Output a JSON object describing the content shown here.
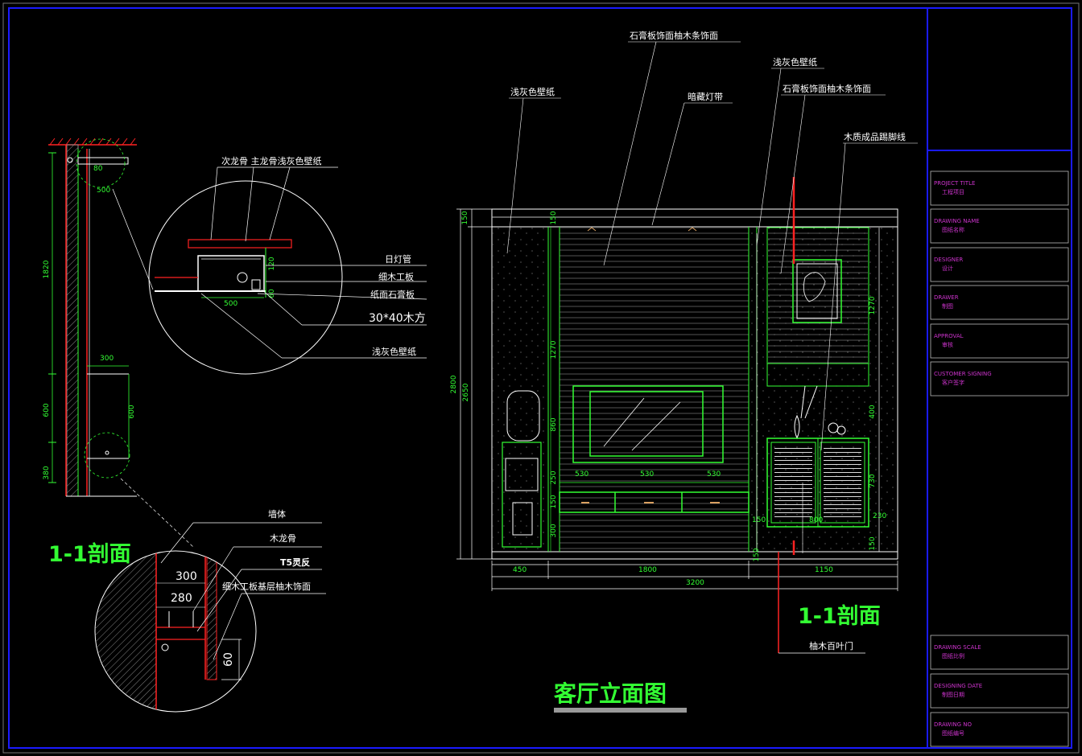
{
  "section_detail": {
    "title": "1-1剖面",
    "dims": {
      "h1820": "1820",
      "h600": "600",
      "h380": "380",
      "w80": "80",
      "w500": "500",
      "w300": "300",
      "v600": "600"
    },
    "callout_top": {
      "labels": [
        "次龙骨 主龙骨浅灰色壁纸",
        "日灯管",
        "细木工板",
        "纸面石膏板",
        "30*40木方",
        "浅灰色壁纸"
      ],
      "dims": {
        "d120": "120",
        "d60": "60",
        "d500": "500"
      }
    },
    "callout_bottom": {
      "labels": [
        "墙体",
        "木龙骨",
        "T5灵反",
        "细木工板基层柚木饰面"
      ],
      "dims": {
        "d300": "300",
        "d280": "280",
        "d60": "60"
      }
    }
  },
  "elevation": {
    "title": "客厅立面图",
    "section_marker": "1-1剖面",
    "labels": {
      "top_center": "石膏板饰面柚木条饰面",
      "left_wallpaper": "浅灰色壁纸",
      "hidden_light": "暗藏灯带",
      "right_wallpaper": "浅灰色壁纸",
      "right_board": "石膏板饰面柚木条饰面",
      "wood_line": "木质成品踢脚线",
      "louver_door": "柚木百叶门"
    },
    "dims": {
      "d150a": "150",
      "d2800": "2800",
      "d2650": "2650",
      "d150b": "150",
      "d1270a": "1270",
      "d860": "860",
      "d250": "250",
      "d150c": "150",
      "d300": "300",
      "d530a": "530",
      "d530b": "530",
      "d530c": "530",
      "d450": "450",
      "d1800": "1800",
      "d1150": "1150",
      "d3200": "3200",
      "d150d": "150",
      "d150e": "150",
      "d800": "800",
      "d1270b": "1270",
      "d400": "400",
      "d730": "730",
      "d230": "230",
      "d150f": "150"
    }
  },
  "title_block": {
    "rows": [
      {
        "en": "PROJECT TITLE",
        "cn": "工程项目"
      },
      {
        "en": "DRAWING NAME",
        "cn": "图纸名称"
      },
      {
        "en": "DESIGNER",
        "cn": "设计"
      },
      {
        "en": "DRAWER",
        "cn": "制图"
      },
      {
        "en": "APPROVAL",
        "cn": "审核"
      },
      {
        "en": "CUSTOMER SIGNING",
        "cn": "客户签字"
      },
      {
        "en": "DRAWING SCALE",
        "cn": "图纸比例"
      },
      {
        "en": "DESIGNING DATE",
        "cn": "制图日期"
      },
      {
        "en": "DRAWING NO",
        "cn": "图纸编号"
      }
    ]
  },
  "colors": {
    "frame": "#1a1aff",
    "lines": "#33ff33",
    "text": "#ffffff",
    "section_cut": "#ff2222",
    "title_block_text": "#cc33cc"
  }
}
